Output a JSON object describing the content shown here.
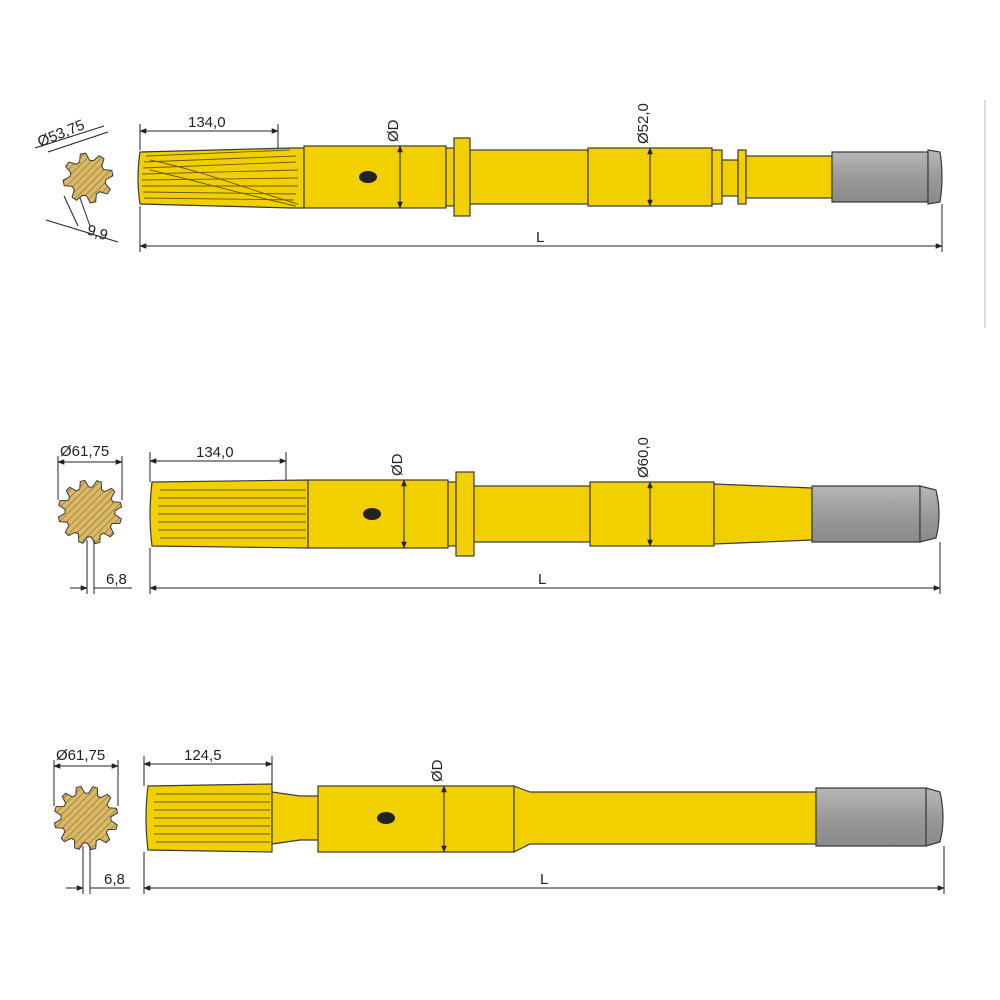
{
  "drawings": [
    {
      "spline_diameter": "Ø53,75",
      "spline_length": "134,0",
      "shank_diameter_label": "ØD",
      "body_diameter": "Ø52,0",
      "spline_width": "9,9",
      "overall_length": "L"
    },
    {
      "spline_diameter": "Ø61,75",
      "spline_length": "134,0",
      "shank_diameter_label": "ØD",
      "body_diameter": "Ø60,0",
      "spline_width": "6,8",
      "overall_length": "L"
    },
    {
      "spline_diameter": "Ø61,75",
      "spline_length": "124,5",
      "shank_diameter_label": "ØD",
      "spline_width": "6,8",
      "overall_length": "L"
    }
  ],
  "colors": {
    "steel_body": "#F2D000",
    "striking_end": "#9a9a9a",
    "spline_cross_section": "#D9B868",
    "line": "#222222"
  }
}
